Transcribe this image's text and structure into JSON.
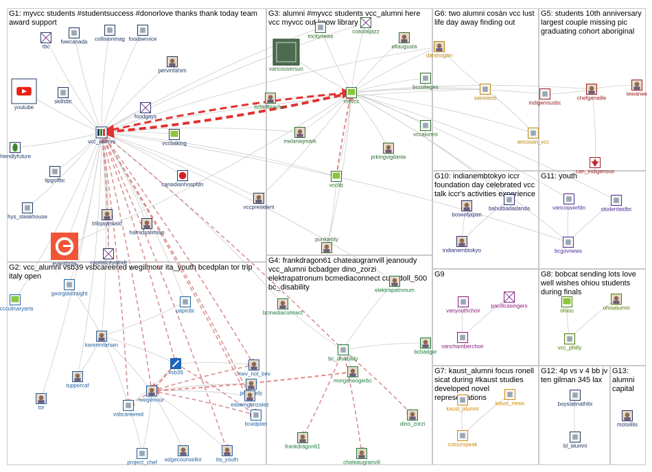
{
  "colors": {
    "g1": "#1f3864",
    "g2": "#1f5f9f",
    "g3": "#2e6b2e",
    "g4": "#1a7a3a",
    "g5": "#9a1a1a",
    "g6": "#b8860b",
    "g7": "#d48a00",
    "g8": "#4a7a00",
    "g9": "#8a1a7a",
    "g10": "#2a2a7a",
    "g11": "#4a2a9a",
    "g12": "#1f3864",
    "g13": "#1f3864",
    "edge": "#c9c9c9",
    "red_edge": "#e33030"
  },
  "groups": [
    {
      "id": "G1",
      "title": "G1: myvcc students #studentsuccess #donorlove thanks thank today team award support",
      "color": "g1"
    },
    {
      "id": "G2",
      "title": "G2: vcc_alumni vsb39 vsbcareered wegilmour ita_youth bcedplan tor trip italy open",
      "color": "g2"
    },
    {
      "id": "G3",
      "title": "G3: alumni #myvcc students vcc_alumni here vcc myvcc out know library",
      "color": "g3"
    },
    {
      "id": "G4",
      "title": "G4: frankdragon61 chateaugranvill jeanoudy vcc_alumni bcbadger dino_zorzi elektrapatronum bcmediaconnect cupedoll_500 bc_disability",
      "color": "g4"
    },
    {
      "id": "G5",
      "title": "G5: students 10th anniversary largest couple missing pic graduating cohort aboriginal",
      "color": "g5"
    },
    {
      "id": "G6",
      "title": "G6: two alumni cosán vcc lust life day away finding out",
      "color": "g6"
    },
    {
      "id": "G7",
      "title": "G7: kaust_alumni focus ronell sicat during #kaust studies developed novel representations",
      "color": "g7"
    },
    {
      "id": "G8",
      "title": "G8: bobcat sending lots love well wishes ohiou students during finals",
      "color": "g8"
    },
    {
      "id": "G9",
      "title": "G9",
      "color": "g9"
    },
    {
      "id": "G10",
      "title": "G10: indianembtokyo iccr foundation day celebrated vcc talk iccr's activities experience",
      "color": "g10"
    },
    {
      "id": "G11",
      "title": "G11: youth",
      "color": "g11"
    },
    {
      "id": "G12",
      "title": "G12: 4p vs v 4 bb jv ten gilman 345 lax",
      "color": "g12"
    },
    {
      "id": "G13",
      "title": "G13: alumni capital",
      "color": "g13"
    }
  ],
  "nodes": [
    {
      "id": "rbc",
      "label": "rbc",
      "color": "g1",
      "icon": "blank-x-icon"
    },
    {
      "id": "fwecanada",
      "label": "fwecanada",
      "color": "g1",
      "icon": "profile-icon"
    },
    {
      "id": "collisionmag",
      "label": "collisionmag",
      "color": "g1",
      "icon": "profile-icon"
    },
    {
      "id": "foodservice",
      "label": "foodservice",
      "color": "g1",
      "icon": "profile-icon"
    },
    {
      "id": "pervinfahim",
      "label": "pervinfahim",
      "color": "g1",
      "icon": "photo-icon"
    },
    {
      "id": "youtube",
      "label": "youtube",
      "color": "g1",
      "icon": "youtube-icon"
    },
    {
      "id": "skillsbc",
      "label": "skillsbc",
      "color": "g1",
      "icon": "profile-icon"
    },
    {
      "id": "foodgays",
      "label": "foodgays",
      "color": "g1",
      "icon": "blank-x-icon"
    },
    {
      "id": "vcc_alumni",
      "label": "vcc_alumni",
      "color": "g1",
      "icon": "vcc-logo-icon"
    },
    {
      "id": "vccbaking",
      "label": "vccbaking",
      "color": "g1",
      "icon": "green-square-icon"
    },
    {
      "id": "friendlyfuture",
      "label": "friendlyfuture",
      "color": "g1",
      "icon": "leaf-icon"
    },
    {
      "id": "tipgolfbc",
      "label": "tipgolfbc",
      "color": "g1",
      "icon": "profile-icon"
    },
    {
      "id": "canadianhospfdn",
      "label": "canadianhospfdn",
      "color": "g1",
      "icon": "red-circle-icon"
    },
    {
      "id": "vccpresident",
      "label": "vccpresident",
      "color": "g1",
      "icon": "photo-icon"
    },
    {
      "id": "hys_steakhouse",
      "label": "hys_steakhouse",
      "color": "g1",
      "icon": "profile-icon"
    },
    {
      "id": "trilojaymusic",
      "label": "trilojaymusic",
      "color": "g1",
      "icon": "photo-icon"
    },
    {
      "id": "hamidsalimian",
      "label": "hamidsalimian",
      "color": "g1",
      "icon": "photo-icon"
    },
    {
      "id": "eventbrite",
      "label": "eventbrite",
      "color": "g1",
      "icon": "eventbrite-icon"
    },
    {
      "id": "capitalcitydfndt",
      "label": "capitalcitydfndt",
      "color": "g1",
      "icon": "blank-x-icon"
    },
    {
      "id": "vccculinaryarts",
      "label": "vccculinaryarts",
      "color": "g2",
      "icon": "green-square-icon"
    },
    {
      "id": "georgiastraight",
      "label": "georgiastraight",
      "color": "g2",
      "icon": "profile-icon"
    },
    {
      "id": "uapicbc",
      "label": "uapicbc",
      "color": "g2",
      "icon": "profile-icon"
    },
    {
      "id": "karenmlarsen",
      "label": "karenmlarsen",
      "color": "g2",
      "icon": "photo-icon"
    },
    {
      "id": "tuppercaf",
      "label": "tuppercaf",
      "color": "g2",
      "icon": "photo-icon"
    },
    {
      "id": "vsb39",
      "label": "vsb39",
      "color": "g2",
      "icon": "vsb-icon"
    },
    {
      "id": "mev_not_bev",
      "label": "mev_not_bev",
      "color": "g2",
      "icon": "photo-icon"
    },
    {
      "id": "jeanoudy",
      "label": "jeanoudy",
      "color": "g2",
      "icon": "photo-icon"
    },
    {
      "id": "tor",
      "label": "tor",
      "color": "g2",
      "icon": "photo-icon"
    },
    {
      "id": "vsbcareered",
      "label": "vsbcareered",
      "color": "g2",
      "icon": "profile-icon"
    },
    {
      "id": "wegilmour",
      "label": "wegilmour",
      "color": "g2",
      "icon": "photo-icon"
    },
    {
      "id": "estiemgonzalez",
      "label": "estiemgonzalez",
      "color": "g2",
      "icon": "photo-icon"
    },
    {
      "id": "bcedplan",
      "label": "bcedplan",
      "color": "g2",
      "icon": "profile-icon"
    },
    {
      "id": "project_chef",
      "label": "project_chef",
      "color": "g2",
      "icon": "profile-icon"
    },
    {
      "id": "edgecounsellor",
      "label": "edgecounsellor",
      "color": "g2",
      "icon": "photo-icon"
    },
    {
      "id": "ita_youth",
      "label": "ita_youth",
      "color": "g2",
      "icon": "photo-icon"
    },
    {
      "id": "tricitynews",
      "label": "tricitynews",
      "color": "g3",
      "icon": "profile-icon"
    },
    {
      "id": "coastaljazz",
      "label": "coastaljazz",
      "color": "g3",
      "icon": "blank-x-icon"
    },
    {
      "id": "eltaugusta",
      "label": "eltaugusta",
      "color": "g3",
      "icon": "photo-icon"
    },
    {
      "id": "vancouversun",
      "label": "vancouversun",
      "color": "g3",
      "icon": "vansun-icon"
    },
    {
      "id": "lizbellteacher",
      "label": "lizbellteacher",
      "color": "g3",
      "icon": "photo-icon"
    },
    {
      "id": "myvcc",
      "label": "myvcc",
      "color": "g3",
      "icon": "green-square-icon"
    },
    {
      "id": "bccolleges",
      "label": "bccolleges",
      "color": "g3",
      "icon": "profile-icon"
    },
    {
      "id": "melaniejmark",
      "label": "melaniejmark",
      "color": "g3",
      "icon": "photo-icon"
    },
    {
      "id": "vccalumni",
      "label": "vccalumni",
      "color": "g3",
      "icon": "profile-icon"
    },
    {
      "id": "prkingvigilante",
      "label": "prkingvigilante",
      "color": "g3",
      "icon": "photo-icon"
    },
    {
      "id": "vcclib",
      "label": "vcclib",
      "color": "g3",
      "icon": "green-square-icon"
    },
    {
      "id": "punkiebly",
      "label": "punkiebly",
      "color": "g3",
      "icon": "photo-icon"
    },
    {
      "id": "elektrapatronum",
      "label": "elektrapatronum",
      "color": "g4",
      "icon": "photo-icon"
    },
    {
      "id": "bcmediaconnect",
      "label": "bcmediaconnect",
      "color": "g4",
      "icon": "photo-icon"
    },
    {
      "id": "bc_disability",
      "label": "bc_disability",
      "color": "g4",
      "icon": "profile-icon"
    },
    {
      "id": "bcbadger",
      "label": "bcbadger",
      "color": "g4",
      "icon": "photo-icon"
    },
    {
      "id": "morganeogerbc",
      "label": "morganeogerbc",
      "color": "g4",
      "icon": "photo-icon"
    },
    {
      "id": "dino_zorzi",
      "label": "dino_zorzi",
      "color": "g4",
      "icon": "photo-icon"
    },
    {
      "id": "frankdragon61",
      "label": "frankdragon61",
      "color": "g4",
      "icon": "photo-icon"
    },
    {
      "id": "chateaugranvill",
      "label": "chateaugranvill",
      "color": "g4",
      "icon": "photo-icon"
    },
    {
      "id": "darahogan",
      "label": "darahogan",
      "color": "g6",
      "icon": "photo-icon"
    },
    {
      "id": "saireland",
      "label": "saireland",
      "color": "g6",
      "icon": "profile-icon"
    },
    {
      "id": "indigenousbc",
      "label": "indigenousbc",
      "color": "g5",
      "icon": "profile-icon"
    },
    {
      "id": "chefgenaille",
      "label": "chefgenaille",
      "color": "g5",
      "icon": "photo-icon"
    },
    {
      "id": "tewanee",
      "label": "tewanee",
      "color": "g5",
      "icon": "photo-icon"
    },
    {
      "id": "ancosan_vcc",
      "label": "ancosan_vcc",
      "color": "g6",
      "icon": "profile-icon"
    },
    {
      "id": "can_indigenous",
      "label": "can_indigenous",
      "color": "g5",
      "icon": "maple-icon"
    },
    {
      "id": "bahutbadadanda",
      "label": "bahutbadadanda",
      "color": "g10",
      "icon": "profile-icon"
    },
    {
      "id": "boseofjapan",
      "label": "boseofjapan",
      "color": "g10",
      "icon": "photo-icon"
    },
    {
      "id": "indianembtokyo",
      "label": "indianembtokyo",
      "color": "g10",
      "icon": "photo-icon"
    },
    {
      "id": "vancouverfdn",
      "label": "vancouverfdn",
      "color": "g11",
      "icon": "profile-icon"
    },
    {
      "id": "studentaidbc",
      "label": "studentaidbc",
      "color": "g11",
      "icon": "profile-icon"
    },
    {
      "id": "bcgovnews",
      "label": "bcgovnews",
      "color": "g11",
      "icon": "profile-icon"
    },
    {
      "id": "vanyouthchoir",
      "label": "vanyouthchoir",
      "color": "g9",
      "icon": "profile-icon"
    },
    {
      "id": "pacificasingers",
      "label": "pacificasingers",
      "color": "g9",
      "icon": "blank-x-icon"
    },
    {
      "id": "vanchamberchoir",
      "label": "vanchamberchoir",
      "color": "g9",
      "icon": "profile-icon"
    },
    {
      "id": "ohiou",
      "label": "ohiou",
      "color": "g8",
      "icon": "green-square-icon"
    },
    {
      "id": "ohioalumni",
      "label": "ohioalumni",
      "color": "g8",
      "icon": "photo-icon"
    },
    {
      "id": "vcc_philly",
      "label": "vcc_philly",
      "color": "g8",
      "icon": "profile-icon"
    },
    {
      "id": "kaust_alumni",
      "label": "kaust_alumni",
      "color": "g7",
      "icon": "profile-icon"
    },
    {
      "id": "kaust_news",
      "label": "kaust_news",
      "color": "g7",
      "icon": "profile-icon"
    },
    {
      "id": "colourspeak",
      "label": "colourspeak",
      "color": "g7",
      "icon": "profile-icon"
    },
    {
      "id": "boyslatinathltx",
      "label": "boyslatinathltx",
      "color": "g12",
      "icon": "profile-icon"
    },
    {
      "id": "bl_alumni",
      "label": "bl_alumni",
      "color": "g12",
      "icon": "profile-icon"
    },
    {
      "id": "motsililis",
      "label": "motsililis",
      "color": "g13",
      "icon": "photo-icon"
    }
  ]
}
